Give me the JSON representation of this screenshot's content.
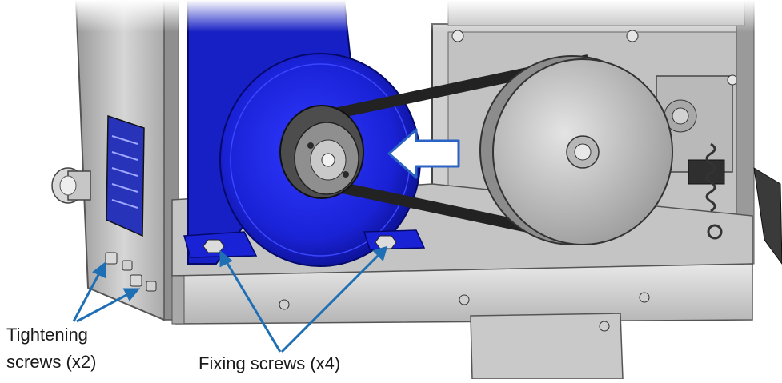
{
  "annotations": {
    "tightening_line1": "Tightening",
    "tightening_line2": "screws (x2)",
    "fixing": "Fixing screws (x4)"
  },
  "colors": {
    "motor_blue": "#1a22d6",
    "motor_blue_dark": "#0a0f8a",
    "frame_gray": "#b8b8b8",
    "callout_blue": "#1f6fb5",
    "direction_arrow_edge": "#2a63c4"
  }
}
